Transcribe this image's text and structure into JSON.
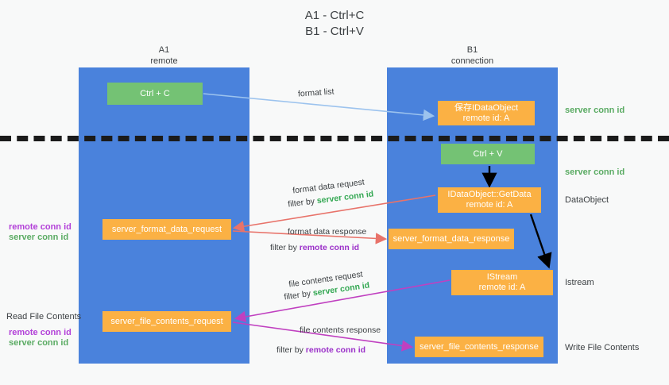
{
  "title": "A1 - Ctrl+C\nB1 - Ctrl+V",
  "columns": {
    "a": {
      "name": "A1",
      "role": "remote",
      "header": "A1\nremote"
    },
    "b": {
      "name": "B1",
      "role": "connection",
      "header": "B1\nconnection"
    }
  },
  "boxes": {
    "ctrl_c": "Ctrl + C",
    "save_idataobject": "保存IDataObject\nremote id: A",
    "ctrl_v": "Ctrl + V",
    "getdata": "IDataObject::GetData\nremote id: A",
    "format_data_request": "server_format_data_request",
    "format_data_response": "server_format_data_response",
    "istream": "IStream\nremote id: A",
    "file_contents_request": "server_file_contents_request",
    "file_contents_response": "server_file_contents_response"
  },
  "edges": {
    "format_list": "format list",
    "format_data_request": "format data request",
    "format_data_request_filter_prefix": "filter by ",
    "format_data_request_filter_key": "server conn id",
    "format_data_response": "format data response",
    "format_data_response_filter_prefix": "filter by ",
    "format_data_response_filter_key": "remote conn id",
    "file_contents_request": "file contents request",
    "file_contents_request_filter_prefix": "filter by ",
    "file_contents_request_filter_key": "server conn id",
    "file_contents_response": "file contents response",
    "file_contents_response_filter_prefix": "filter by ",
    "file_contents_response_filter_key": "remote conn id"
  },
  "right_labels": {
    "server_conn_id_top": "server conn id",
    "server_conn_id_mid": "server conn id",
    "dataobject": "DataObject",
    "istream": "Istream",
    "write_file_contents": "Write File Contents"
  },
  "left_labels": {
    "mid_remote": "remote conn id",
    "mid_server": "server conn id",
    "read_file_contents": "Read File Contents",
    "low_remote": "remote conn id",
    "low_server": "server conn id"
  },
  "colors": {
    "column": "#4a82dc",
    "orange": "#fbb144",
    "green": "#74c274",
    "green_text": "#34a853",
    "purple_text": "#9b30c9",
    "arrow_blue": "#9cc3ee",
    "arrow_red": "#e8736a",
    "arrow_magenta": "#c040c0",
    "arrow_black": "#000000",
    "background": "#f8f9f9"
  }
}
